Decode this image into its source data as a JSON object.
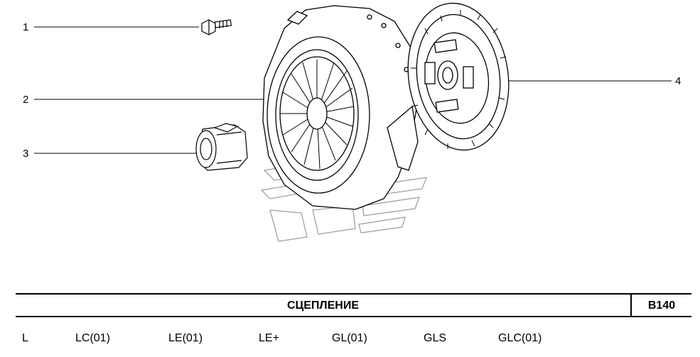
{
  "callouts": [
    {
      "number": "1"
    },
    {
      "number": "2"
    },
    {
      "number": "3"
    },
    {
      "number": "4"
    }
  ],
  "title_block": {
    "title": "СЦЕПЛЕНИЕ",
    "code": "B140"
  },
  "variants": [
    "L",
    "LC(01)",
    "LE(01)",
    "LE+",
    "GL(01)",
    "GLS",
    "GLC(01)"
  ]
}
